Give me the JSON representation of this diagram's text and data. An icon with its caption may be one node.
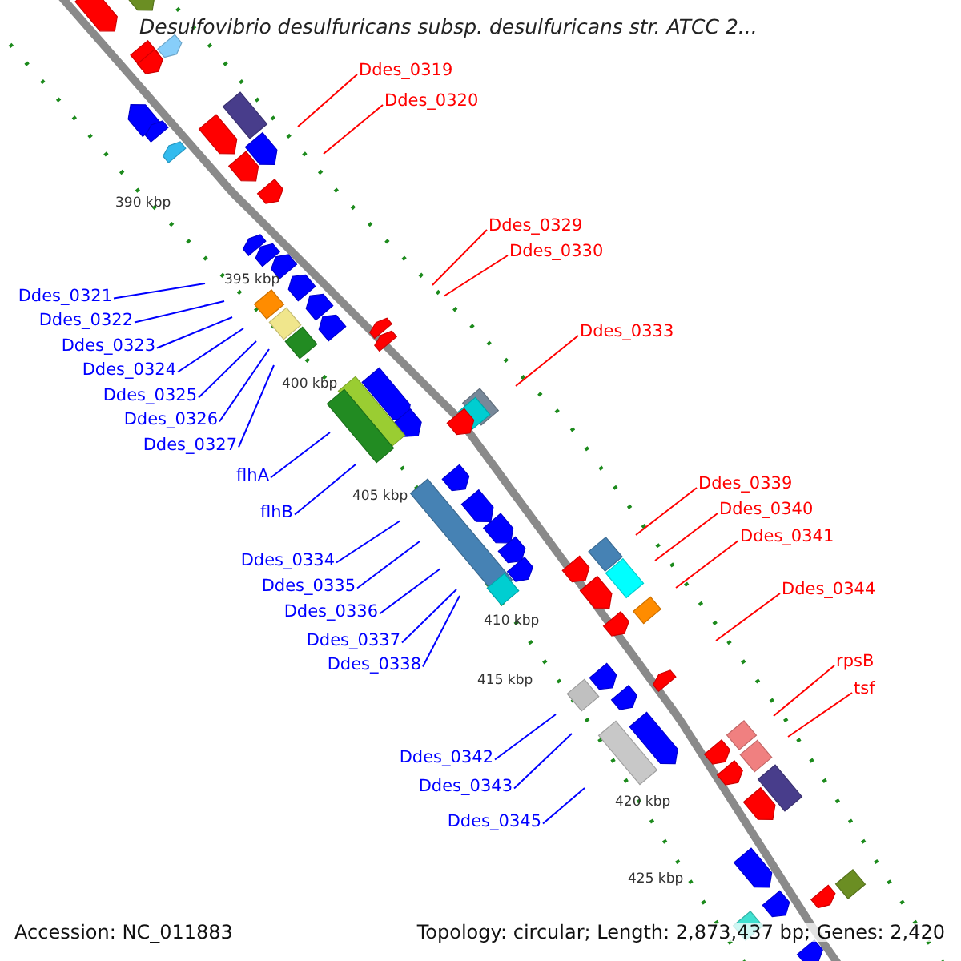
{
  "diagram": {
    "title": "Desulfovibrio desulfuricans subsp. desulfuricans str. ATCC 2...",
    "nodes": [
      {
        "text": [
          "Ddes_0319"
        ]
      },
      {
        "text": [
          "Ddes_0320"
        ]
      },
      {
        "text": [
          "Ddes_0329"
        ]
      },
      {
        "text": [
          "Ddes_0330"
        ]
      },
      {
        "text": [
          "Ddes_0333"
        ]
      },
      {
        "text": [
          "Ddes_0321"
        ]
      },
      {
        "text": [
          "Ddes_0322"
        ]
      },
      {
        "text": [
          "Ddes_0323"
        ]
      },
      {
        "text": [
          "Ddes_0324"
        ]
      },
      {
        "text": [
          "Ddes_0325"
        ]
      },
      {
        "text": [
          "Ddes_0326"
        ]
      },
      {
        "text": [
          "Ddes_0327"
        ]
      },
      {
        "text": [
          "flhA"
        ]
      },
      {
        "text": [
          "flhB"
        ]
      },
      {
        "text": [
          "Ddes_0339"
        ]
      },
      {
        "text": [
          "Ddes_0340"
        ]
      },
      {
        "text": [
          "Ddes_0341"
        ]
      },
      {
        "text": [
          "Ddes_0334"
        ]
      },
      {
        "text": [
          "Ddes_0335"
        ]
      },
      {
        "text": [
          "Ddes_0336"
        ]
      },
      {
        "text": [
          "Ddes_0344"
        ]
      },
      {
        "text": [
          "Ddes_0337"
        ]
      },
      {
        "text": [
          "Ddes_0338"
        ]
      },
      {
        "text": [
          "rpsB"
        ]
      },
      {
        "text": [
          "tsf"
        ]
      },
      {
        "text": [
          "Ddes_0342"
        ]
      },
      {
        "text": [
          "Ddes_0343"
        ]
      },
      {
        "text": [
          "Ddes_0345"
        ]
      }
    ],
    "edges": [
      {
        "from": 0,
        "to": null,
        "arrow": "none",
        "color": "#ff0000"
      },
      {
        "from": 1,
        "to": null,
        "arrow": "none",
        "color": "#ff0000"
      },
      {
        "from": 2,
        "to": null,
        "arrow": "none",
        "color": "#ff0000"
      },
      {
        "from": 3,
        "to": null,
        "arrow": "none",
        "color": "#ff0000"
      },
      {
        "from": 4,
        "to": null,
        "arrow": "none",
        "color": "#ff0000"
      },
      {
        "from": 5,
        "to": null,
        "arrow": "none"
      },
      {
        "from": 6,
        "to": null,
        "arrow": "none"
      },
      {
        "from": 7,
        "to": null,
        "arrow": "none"
      },
      {
        "from": 8,
        "to": null,
        "arrow": "none"
      },
      {
        "from": 9,
        "to": null,
        "arrow": "none"
      },
      {
        "from": 10,
        "to": null,
        "arrow": "none"
      },
      {
        "from": 11,
        "to": null,
        "arrow": "none"
      },
      {
        "from": 12,
        "to": null,
        "arrow": "none"
      },
      {
        "from": 13,
        "to": null,
        "arrow": "none"
      },
      {
        "from": 14,
        "to": null,
        "arrow": "none",
        "color": "#ff0000"
      },
      {
        "from": 15,
        "to": null,
        "arrow": "none",
        "color": "#ff0000"
      },
      {
        "from": 16,
        "to": null,
        "arrow": "none",
        "color": "#ff0000"
      },
      {
        "from": 17,
        "to": null,
        "arrow": "none"
      },
      {
        "from": 18,
        "to": null,
        "arrow": "none"
      },
      {
        "from": 19,
        "to": null,
        "arrow": "none"
      },
      {
        "from": 20,
        "to": null,
        "arrow": "none",
        "color": "#ff0000"
      },
      {
        "from": 21,
        "to": null,
        "arrow": "none"
      },
      {
        "from": 22,
        "to": null,
        "arrow": "none"
      },
      {
        "from": 23,
        "to": null,
        "arrow": "none",
        "color": "#ff0000"
      },
      {
        "from": 24,
        "to": null,
        "arrow": "none",
        "color": "#ff0000"
      },
      {
        "from": 25,
        "to": null,
        "arrow": "none"
      },
      {
        "from": 26,
        "to": null,
        "arrow": "none"
      },
      {
        "from": 27,
        "to": null,
        "arrow": "none"
      }
    ],
    "labels": [
      "390 kbp",
      "395 kbp",
      "400 kbp",
      "405 kbp",
      "410 kbp",
      "415 kbp",
      "420 kbp",
      "425 kbp",
      "Accession: NC_011883",
      "Topology: circular; Length: 2,873,437 bp; Genes: 2,420"
    ]
  }
}
